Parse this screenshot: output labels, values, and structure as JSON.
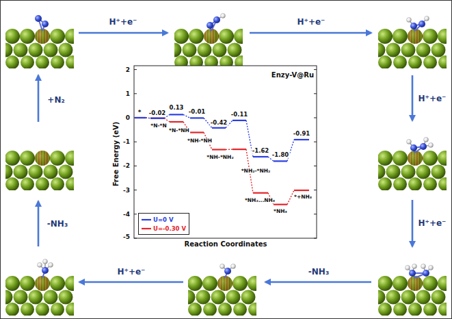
{
  "diagram": {
    "labels": [
      "H⁺+e⁻",
      "H⁺+e⁻",
      "Enzy-V@Ru",
      "2",
      "1",
      "0",
      "-1",
      "-2",
      "-3",
      "-4",
      "-5",
      "Free Energy (eV)",
      "*",
      "-0.02",
      "0.13",
      "-0.01",
      "-0.42",
      "-0.11",
      "-1.62",
      "-1.80",
      "-0.91",
      "*N-*N",
      "*N-*NH",
      "*NH-*NH",
      "*NH-*NH₂",
      "*NH₂-*NH₂",
      "*NH₂...NH₃",
      "*NH₃",
      "*+NH₃",
      "Reaction Coordinates",
      "H⁺+e⁻",
      "H⁺+e⁻",
      "-NH₃",
      "H⁺+e⁻",
      "-NH₃",
      "+N₂"
    ],
    "legend": [
      {
        "text": "U=0 V"
      },
      {
        "text": "U=-0.30 V"
      }
    ]
  }
}
